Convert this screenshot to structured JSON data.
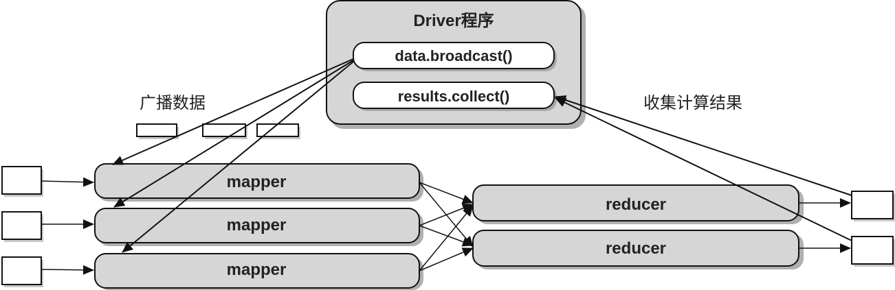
{
  "driver": {
    "title": "Driver程序",
    "broadcast_call": "data.broadcast()",
    "collect_call": "results.collect()"
  },
  "labels": {
    "broadcast": "广播数据",
    "collect": "收集计算结果"
  },
  "mappers": [
    "mapper",
    "mapper",
    "mapper"
  ],
  "reducers": [
    "reducer",
    "reducer"
  ],
  "colors": {
    "node_fill": "#d6d6d6",
    "pill_fill": "#ffffff",
    "stroke": "#111111",
    "shadow": "#b0b0b0"
  }
}
